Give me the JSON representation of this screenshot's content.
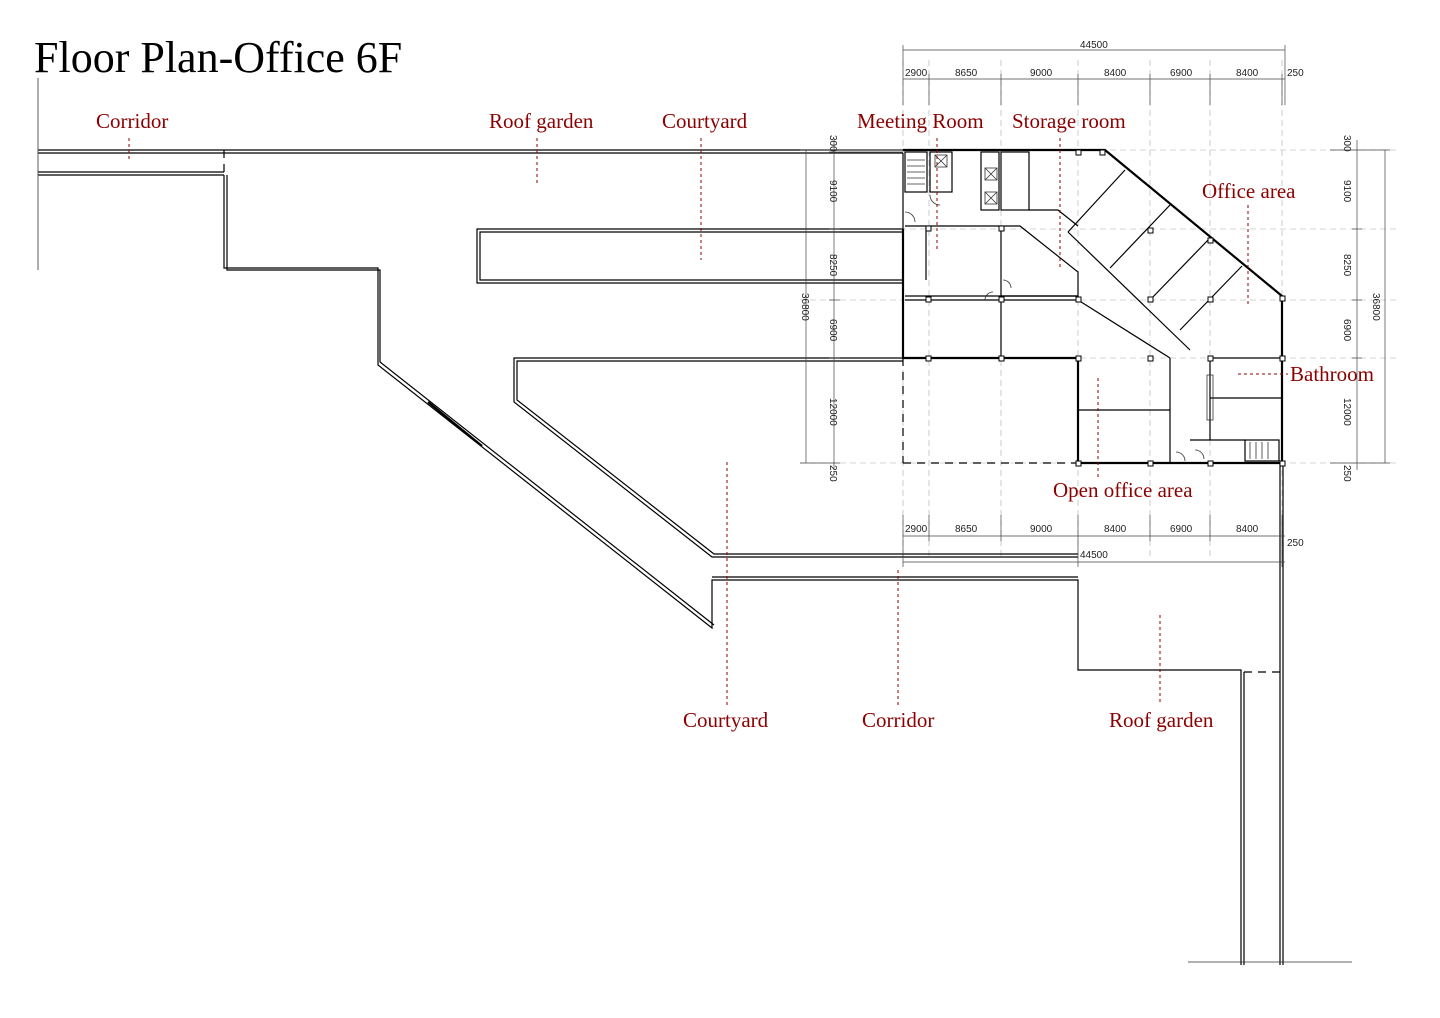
{
  "title": "Floor Plan-Office 6F",
  "labels": {
    "corridor_top": "Corridor",
    "roof_garden_top": "Roof garden",
    "courtyard_top": "Courtyard",
    "meeting_room": "Meeting Room",
    "storage_room": "Storage room",
    "office_area": "Office area",
    "bathroom": "Bathroom",
    "open_office_area": "Open office area",
    "courtyard_bottom": "Courtyard",
    "corridor_bottom": "Corridor",
    "roof_garden_bottom": "Roof garden"
  },
  "dimensions": {
    "total_width": "44500",
    "top_segments": [
      "2900",
      "8650",
      "9000",
      "8400",
      "6900",
      "8400",
      "250"
    ],
    "bottom_segments": [
      "2900",
      "8650",
      "9000",
      "8400",
      "6900",
      "8400"
    ],
    "bottom_end": "250",
    "total_height": "36800",
    "left_segments": [
      "300",
      "9100",
      "8250",
      "6900",
      "12000",
      "250"
    ],
    "right_segments": [
      "300",
      "9100",
      "8250",
      "6900",
      "12000",
      "250"
    ]
  },
  "colors": {
    "label": "#8b0000",
    "line": "#000000"
  }
}
